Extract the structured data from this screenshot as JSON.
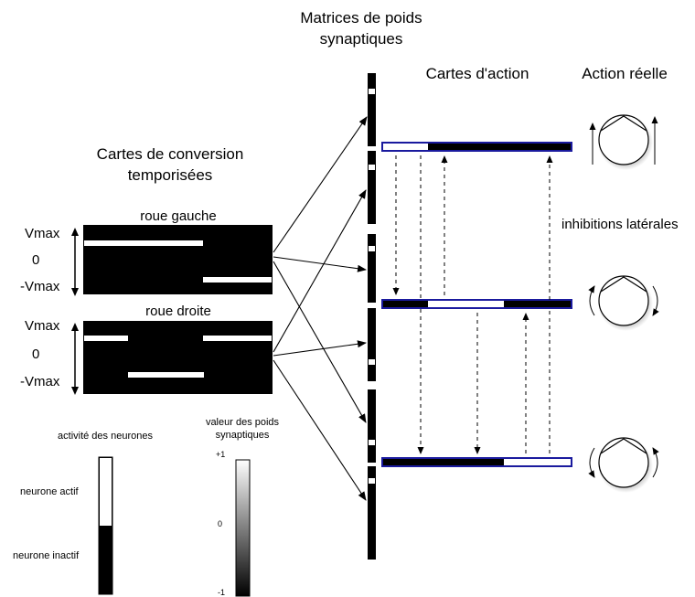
{
  "titles": {
    "weights_line1": "Matrices de poids",
    "weights_line2": "synaptiques",
    "action_maps": "Cartes d'action",
    "real_action": "Action réelle",
    "conversion_line1": "Cartes de conversion",
    "conversion_line2": "temporisées"
  },
  "wheels": {
    "left": "roue gauche",
    "right": "roue droite"
  },
  "axis": {
    "vmax": "Vmax",
    "zero": "0",
    "neg_vmax": "-Vmax"
  },
  "inhibitions": "inhibitions latérales",
  "legend_activity": {
    "title": "activité des neurones",
    "active": "neurone actif",
    "inactive": "neurone inactif"
  },
  "legend_weights": {
    "title_line1": "valeur des poids",
    "title_line2": "synaptiques",
    "plus_one": "+1",
    "zero": "0",
    "minus_one": "-1"
  },
  "colors": {
    "map_border": "#1a1a9e",
    "active": "#ffffff",
    "inactive": "#000000"
  }
}
